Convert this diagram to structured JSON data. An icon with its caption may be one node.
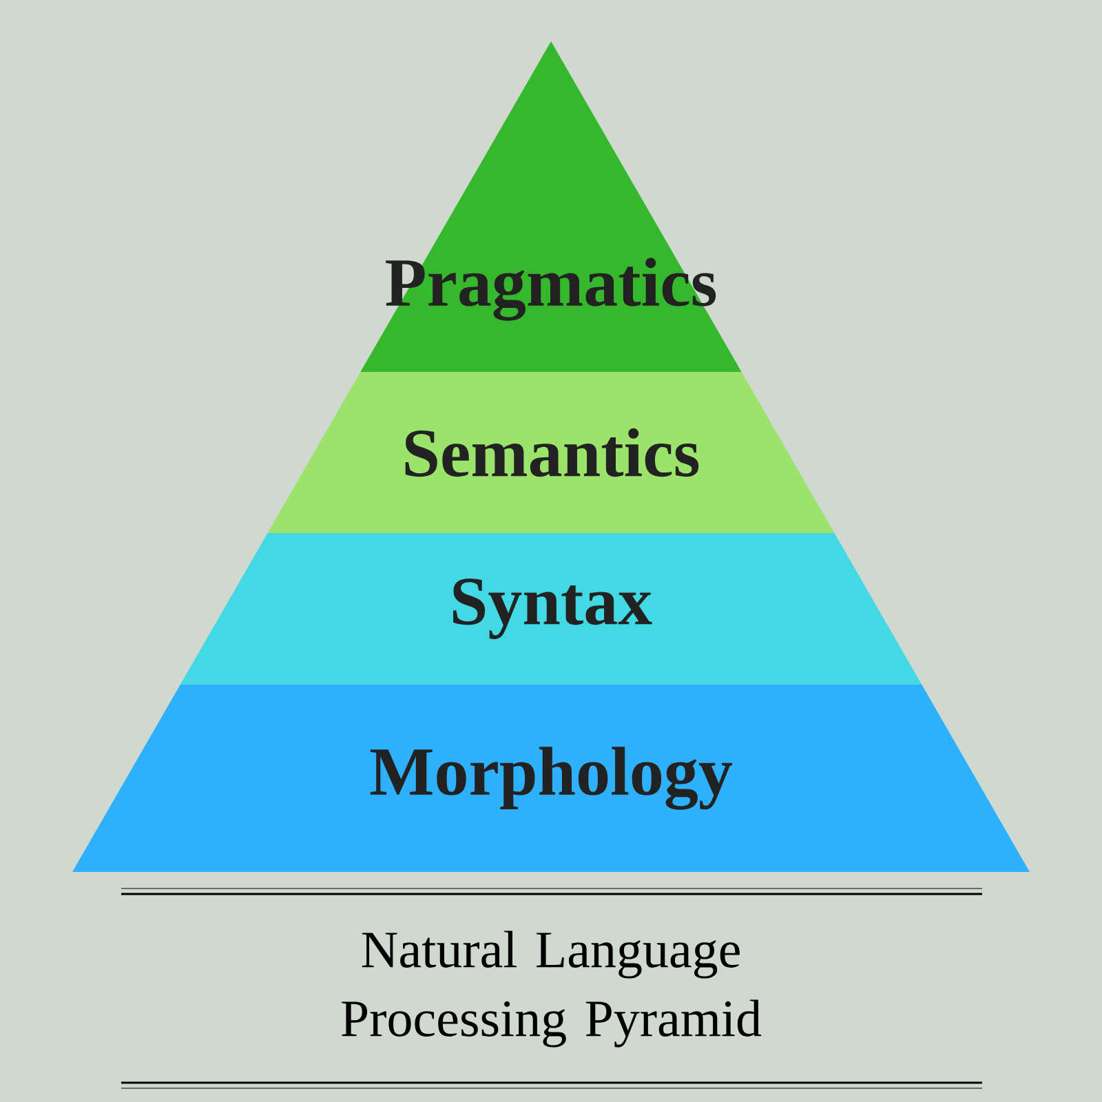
{
  "diagram": {
    "title": "Natural Language Processing Pyramid",
    "nodes": [
      {
        "text": [
          "Pragmatics"
        ]
      },
      {
        "text": [
          "Semantics"
        ]
      },
      {
        "text": [
          "Syntax"
        ]
      },
      {
        "text": [
          "Morphology"
        ]
      }
    ]
  }
}
